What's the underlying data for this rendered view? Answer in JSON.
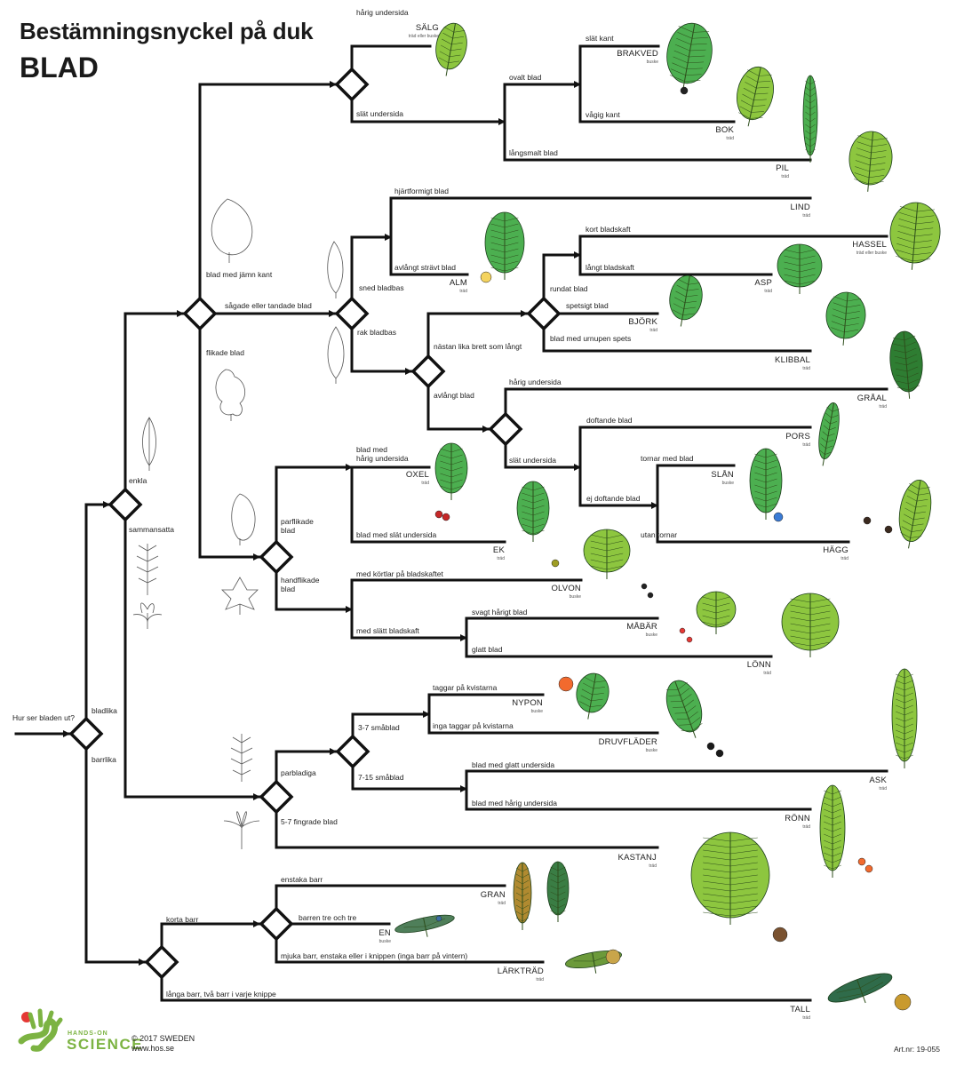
{
  "header": {
    "title": "Bestämningsnyckel på duk",
    "subtitle": "BLAD"
  },
  "start": {
    "question": "Hur ser bladen ut?"
  },
  "branches": {
    "bladlika": "bladlika",
    "barrlika": "barrlika",
    "enkla": "enkla",
    "sammansatta": "sammansatta",
    "jamn_kant": "blad med jämn kant",
    "sagade": "sågade eller tandade blad",
    "flikade": "flikade blad",
    "harig_undersida_1": "hårig undersida",
    "slat_undersida_1": "slät undersida",
    "ovalt": "ovalt blad",
    "langsmalt": "långsmalt blad",
    "slat_kant": "slät kant",
    "vagig_kant": "vågig kant",
    "sned_bladbas": "sned bladbas",
    "rak_bladbas": "rak bladbas",
    "hjartformigt": "hjärtformigt blad",
    "avlangt_stravt": "avlångt strävt blad",
    "nastan_lika": "nästan lika brett som långt",
    "avlangt": "avlångt blad",
    "rundat": "rundat blad",
    "spetsigt": "spetsigt blad",
    "urnupen": "blad med urnupen spets",
    "kort_bladskaft": "kort bladskaft",
    "langt_bladskaft": "långt bladskaft",
    "harig_undersida_2": "hårig undersida",
    "slat_undersida_2": "slät undersida",
    "doftande": "doftande blad",
    "ej_doftande": "ej doftande blad",
    "tornar": "tornar med blad",
    "utan_tornar": "utan tornar",
    "parflikade": "parflikade\nblad",
    "handflikade": "handflikade\nblad",
    "harig_undersida_3": "blad med\nhårig undersida",
    "slat_undersida_3": "blad med slät undersida",
    "kortlar": "med körtlar på  bladskaftet",
    "slatt_bladskaft": "med slätt bladskaft",
    "svagt_harigt": "svagt hårigt blad",
    "glatt": "glatt blad",
    "parbladiga": "parbladiga",
    "fingrade": "5-7 fingrade blad",
    "smablad_3_7": "3-7 småblad",
    "smablad_7_15": "7-15 småblad",
    "taggar": "taggar på kvistarna",
    "inga_taggar": "inga taggar på kvistarna",
    "glatt_undersida": "blad med glatt undersida",
    "harig_undersida_4": "blad med hårig undersida",
    "korta_barr": "korta barr",
    "langa_barr": "långa barr, två barr i varje knippe",
    "enstaka_barr": "enstaka barr",
    "barren_tre": "barren tre och tre",
    "mjuka_barr": "mjuka barr, enstaka eller i knippen (inga barr på vintern)"
  },
  "species": [
    {
      "id": "salg",
      "name": "SÄLG",
      "type": "träd eller buske"
    },
    {
      "id": "brakved",
      "name": "BRAKVED",
      "type": "buske"
    },
    {
      "id": "bok",
      "name": "BOK",
      "type": "träd"
    },
    {
      "id": "pil",
      "name": "PIL",
      "type": "träd"
    },
    {
      "id": "lind",
      "name": "LIND",
      "type": "träd"
    },
    {
      "id": "alm",
      "name": "ALM",
      "type": "träd"
    },
    {
      "id": "hassel",
      "name": "HASSEL",
      "type": "träd eller buske"
    },
    {
      "id": "asp",
      "name": "ASP",
      "type": "träd"
    },
    {
      "id": "bjork",
      "name": "BJÖRK",
      "type": "träd"
    },
    {
      "id": "klibbal",
      "name": "KLIBBAL",
      "type": "träd"
    },
    {
      "id": "graal",
      "name": "GRÅAL",
      "type": "träd"
    },
    {
      "id": "pors",
      "name": "PORS",
      "type": "träd"
    },
    {
      "id": "slan",
      "name": "SLÅN",
      "type": "buske"
    },
    {
      "id": "hagg",
      "name": "HÄGG",
      "type": "träd"
    },
    {
      "id": "oxel",
      "name": "OXEL",
      "type": "träd"
    },
    {
      "id": "ek",
      "name": "EK",
      "type": "träd"
    },
    {
      "id": "olvon",
      "name": "OLVON",
      "type": "buske"
    },
    {
      "id": "mabar",
      "name": "MÅBÄR",
      "type": "buske"
    },
    {
      "id": "lonn",
      "name": "LÖNN",
      "type": "träd"
    },
    {
      "id": "nypon",
      "name": "NYPON",
      "type": "buske"
    },
    {
      "id": "druvflader",
      "name": "DRUVFLÄDER",
      "type": "buske"
    },
    {
      "id": "ask",
      "name": "ASK",
      "type": "träd"
    },
    {
      "id": "ronn",
      "name": "RÖNN",
      "type": "träd"
    },
    {
      "id": "kastanj",
      "name": "KASTANJ",
      "type": "träd"
    },
    {
      "id": "gran",
      "name": "GRAN",
      "type": "träd"
    },
    {
      "id": "en",
      "name": "EN",
      "type": "buske"
    },
    {
      "id": "larktrad",
      "name": "LÄRKTRÄD",
      "type": "träd"
    },
    {
      "id": "tall",
      "name": "TALL",
      "type": "träd"
    }
  ],
  "footer": {
    "logo_small": "HANDS-ON",
    "logo_big": "SCIENCE",
    "copyright": "© 2017 SWEDEN",
    "website": "www.hos.se",
    "article_number": "Art.nr: 19-055"
  },
  "colors": {
    "line": "#111111",
    "leaf_light": "#8dc63f",
    "leaf_mid": "#4caf50",
    "leaf_dark": "#2e7d32",
    "logo_green": "#7cb342",
    "logo_red": "#e53935"
  }
}
